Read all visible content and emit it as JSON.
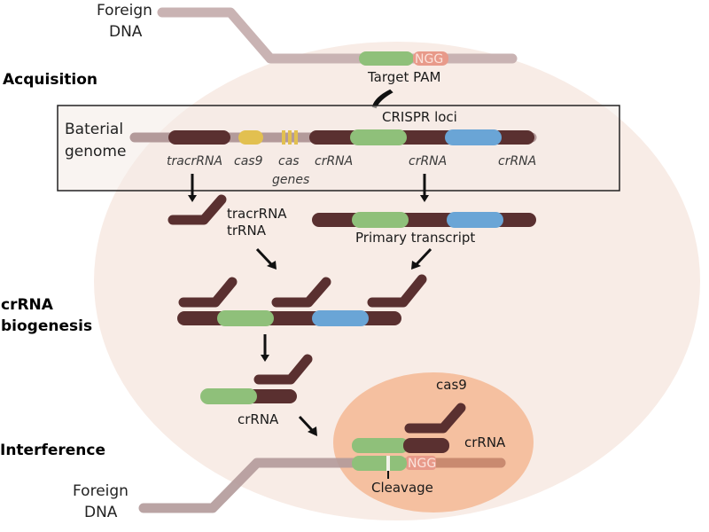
{
  "title": "CRISPR-Cas9 mechanism",
  "stages": {
    "acquisition": "Acquisition",
    "biogenesis_line1": "crRNA",
    "biogenesis_line2": "biogenesis",
    "interference": "Interference"
  },
  "foreign_dna_top": {
    "line1": "Foreign",
    "line2": "DNA"
  },
  "foreign_dna_bottom": {
    "line1": "Foreign",
    "line2": "DNA"
  },
  "target": {
    "pam": "NGG",
    "label": "Target PAM"
  },
  "genome_box": {
    "label_line1": "Baterial",
    "label_line2": "genome",
    "crispr_label": "CRISPR loci",
    "genes": [
      {
        "name": "tracrRNA"
      },
      {
        "name": "cas9"
      },
      {
        "name_line1": "cas",
        "name_line2": "genes"
      },
      {
        "name": "crRNA"
      },
      {
        "name": "crRNA"
      },
      {
        "name": "crRNA"
      }
    ]
  },
  "transcripts": {
    "tracr_line1": "tracrRNA",
    "tracr_line2": "trRNA",
    "primary": "Primary transcript"
  },
  "mature": {
    "label": "crRNA"
  },
  "complex": {
    "cas9": "cas9",
    "crrna": "crRNA",
    "pam": "NGG",
    "cleavage": "Cleavage"
  },
  "colors": {
    "repeat": "#5a3030",
    "spacer_green": "#8fc07a",
    "spacer_blue": "#6aa5d6",
    "cas9_gene": "#e2c050",
    "dna": "#c9b3b3",
    "cell": "#f8ece6",
    "complex": "#f5c0a0",
    "pam": "#e89a8a"
  }
}
